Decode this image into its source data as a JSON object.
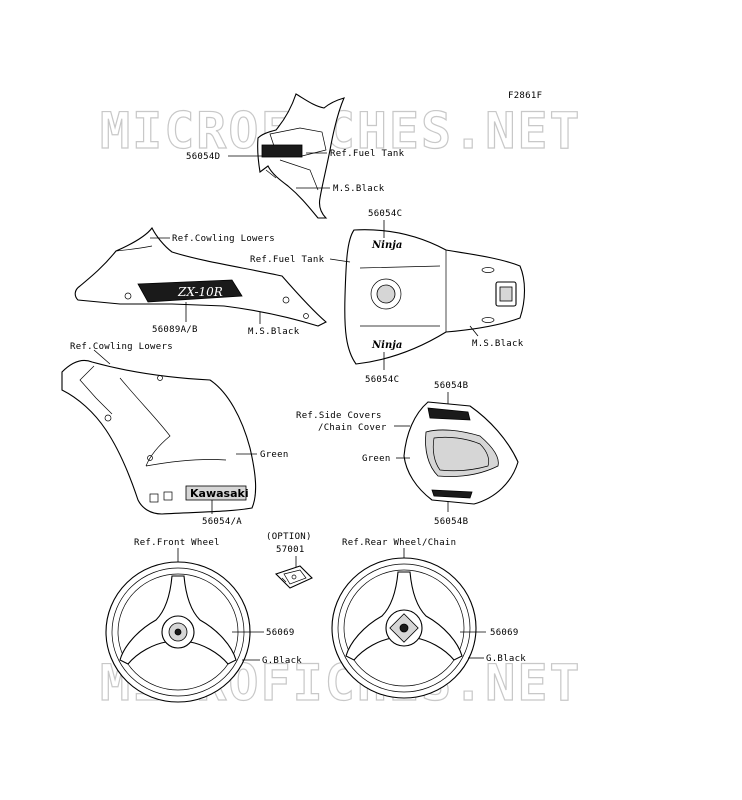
{
  "figure_code": "F2861F",
  "watermark": "MICROFICHES.NET",
  "labels": {
    "p56054D": "56054D",
    "ref_fuel_tank_top": "Ref.Fuel Tank",
    "ms_black_top": "M.S.Black",
    "p56054C_top": "56054C",
    "ref_cowling_lowers_1": "Ref.Cowling Lowers",
    "ref_fuel_tank_mid": "Ref.Fuel Tank",
    "p56089": "56089A/B",
    "ms_black_mid": "M.S.Black",
    "ms_black_tank": "M.S.Black",
    "p56054C_bottom": "56054C",
    "ref_cowling_lowers_2": "Ref.Cowling Lowers",
    "p56054B_top": "56054B",
    "ref_side_covers_1": "Ref.Side Covers",
    "ref_side_covers_2": "/Chain Cover",
    "green_cowl": "Green",
    "green_cover": "Green",
    "p56054A": "56054/A",
    "p56054B_bottom": "56054B",
    "ref_front_wheel": "Ref.Front Wheel",
    "option": "(OPTION)",
    "p57001": "57001",
    "ref_rear_wheel": "Ref.Rear Wheel/Chain",
    "p56069_front": "56069",
    "p56069_rear": "56069",
    "gblack_front": "G.Black",
    "gblack_rear": "G.Black"
  },
  "decal_text": {
    "ninja_top": "Ninja",
    "ninja_bottom": "Ninja",
    "zx10r": "ZX-10R",
    "kawasaki": "Kawasaki"
  }
}
